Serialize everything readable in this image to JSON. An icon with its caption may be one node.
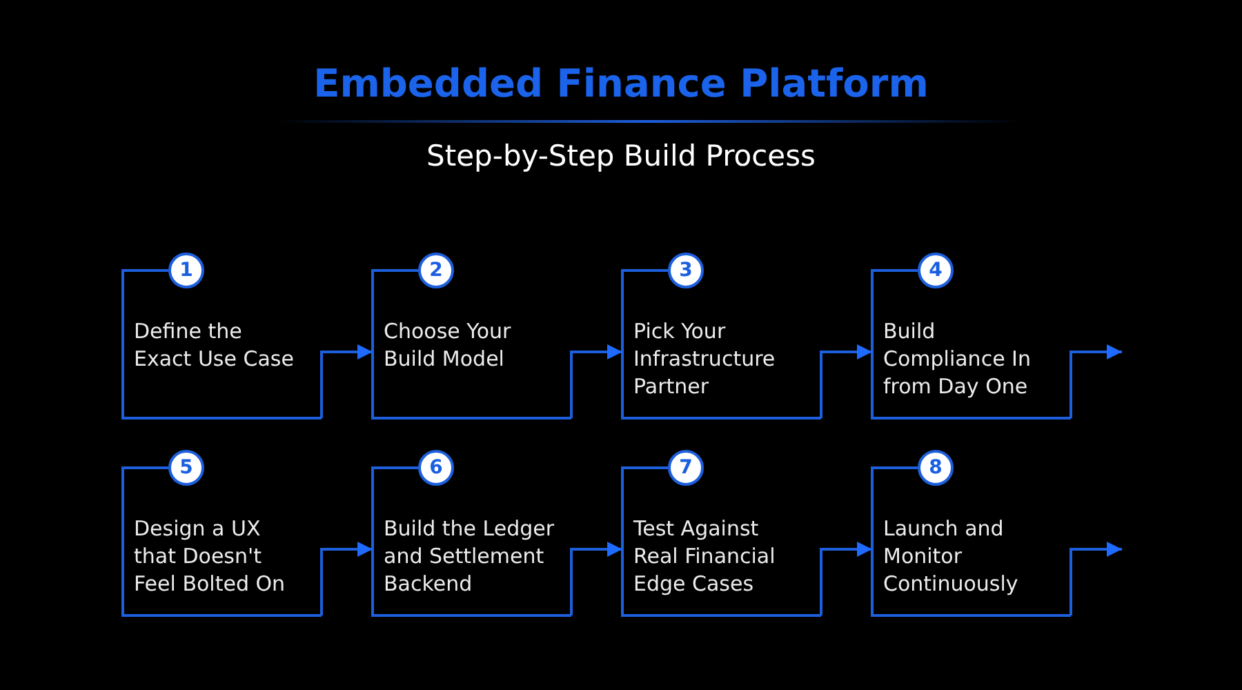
{
  "diagram": {
    "title": "Embedded Finance Platform",
    "nodes": [
      {
        "text": [
          "1",
          "Define the Exact Use Case"
        ]
      },
      {
        "text": [
          "2",
          "Choose Your Build Model"
        ]
      },
      {
        "text": [
          "3",
          "Pick Your Infrastructure Partner"
        ]
      },
      {
        "text": [
          "4",
          "Build Compliance In from Day One"
        ]
      },
      {
        "text": [
          "5",
          "Design a UX that Doesn't Feel Bolted On"
        ]
      },
      {
        "text": [
          "6",
          "Build the Ledger and Settlement Backend"
        ]
      },
      {
        "text": [
          "7",
          "Test Against Real Financial Edge Cases"
        ]
      },
      {
        "text": [
          "8",
          "Launch and Monitor Continuously"
        ]
      }
    ],
    "edges": [
      {
        "from": 0,
        "to": 1,
        "arrow": "to"
      },
      {
        "from": 1,
        "to": 2,
        "arrow": "to"
      },
      {
        "from": 2,
        "to": 3,
        "arrow": "to"
      },
      {
        "from": 3,
        "to": null,
        "arrow": "to"
      },
      {
        "from": 4,
        "to": 5,
        "arrow": "to"
      },
      {
        "from": 5,
        "to": 6,
        "arrow": "to"
      },
      {
        "from": 6,
        "to": 7,
        "arrow": "to"
      },
      {
        "from": 7,
        "to": null,
        "arrow": "to"
      }
    ],
    "labels": [
      "Step-by-Step Build Process"
    ]
  }
}
